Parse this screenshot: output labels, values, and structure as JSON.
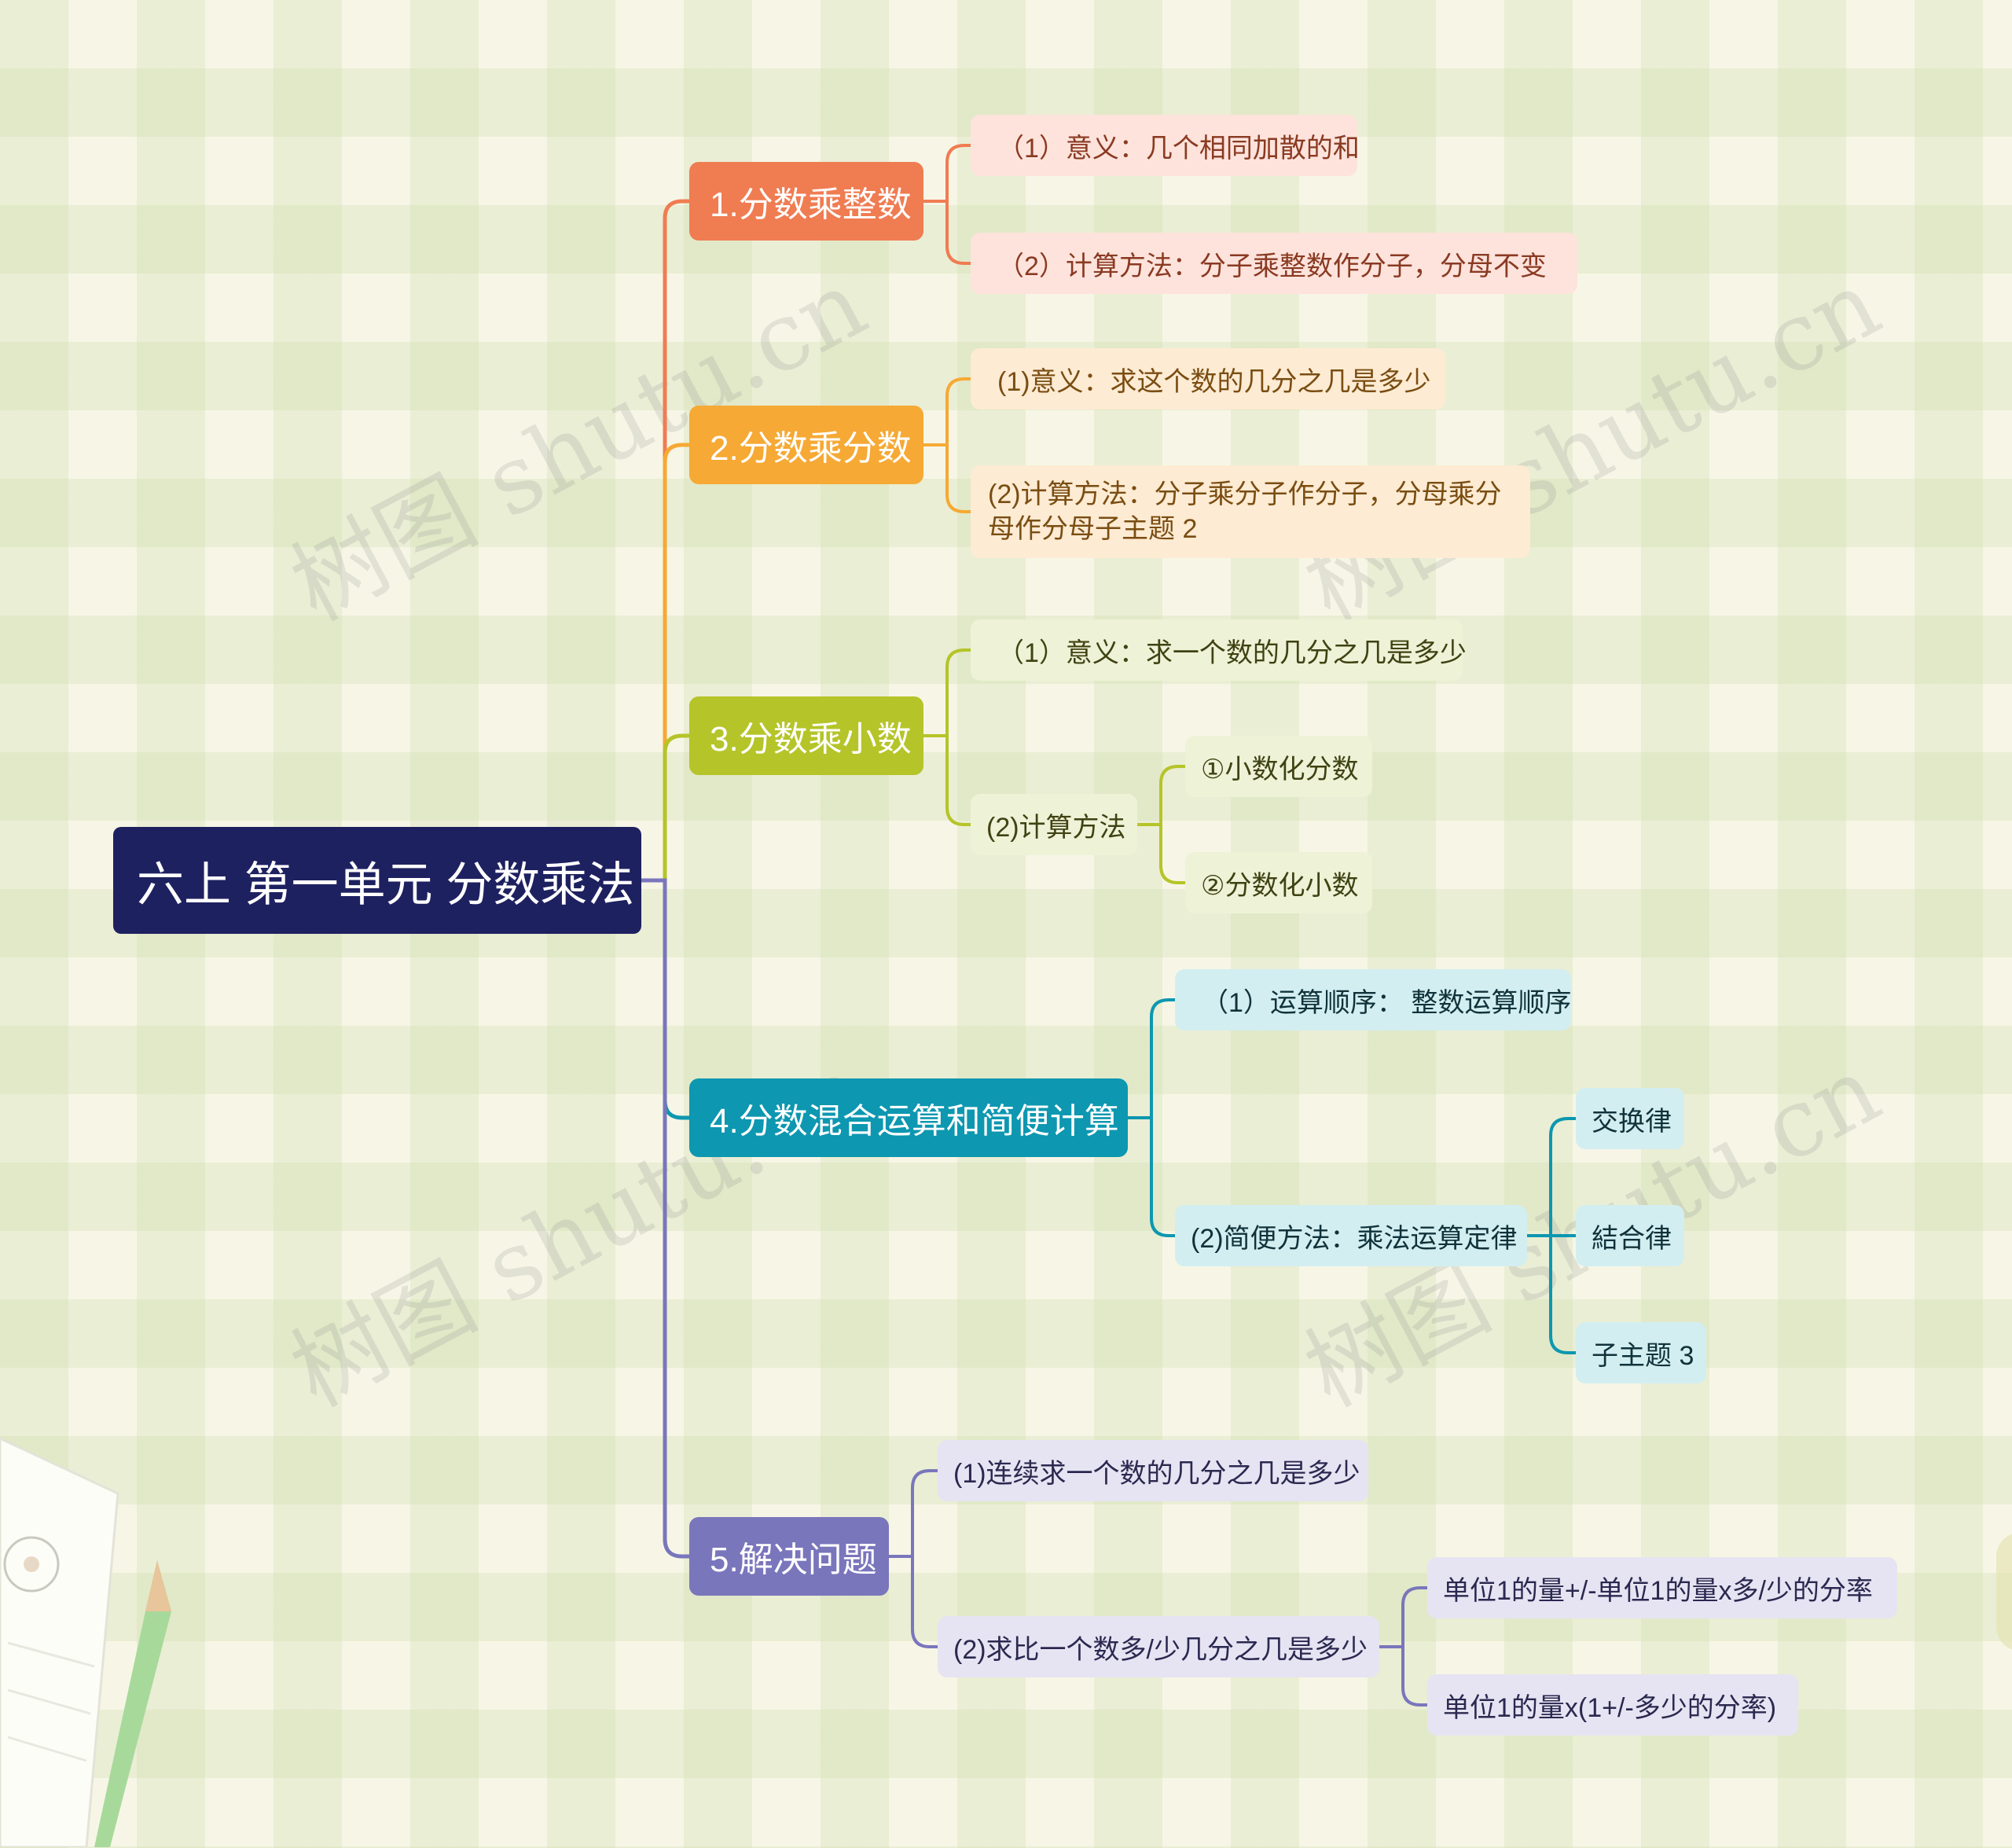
{
  "watermark": "树图 shutu.cn",
  "root": {
    "label": "六上 第一单元 分数乘法",
    "color": "#1e2160"
  },
  "branches": [
    {
      "label": "1.分数乘整数",
      "color": "#f07c52",
      "sub_bg": "#fde3dc",
      "sub_text": "#8a3a22",
      "children": [
        {
          "label": "（1）意义：几个相同加散的和"
        },
        {
          "label": "（2）计算方法：分子乘整数作分子，分母不变"
        }
      ]
    },
    {
      "label": "2.分数乘分数",
      "color": "#f6a934",
      "sub_bg": "#fdebd3",
      "sub_text": "#7a4d12",
      "children": [
        {
          "label": "(1)意义：求这个数的几分之几是多少"
        },
        {
          "label": "(2)计算方法：分子乘分子作分子，分母乘分母作分母子主题 2"
        }
      ]
    },
    {
      "label": "3.分数乘小数",
      "color": "#b5c428",
      "sub_bg": "#eef2d7",
      "sub_text": "#3f4212",
      "children": [
        {
          "label": "（1）意义：求一个数的几分之几是多少"
        },
        {
          "label": "(2)计算方法",
          "children": [
            {
              "label": "①小数化分数"
            },
            {
              "label": "②分数化小数"
            }
          ]
        }
      ]
    },
    {
      "label": "4.分数混合运算和简便计算",
      "color": "#0d97b0",
      "sub_bg": "#d3eef1",
      "sub_text": "#10323a",
      "children": [
        {
          "label": "（1）运算顺序： 整数运算顺序"
        },
        {
          "label": "(2)简便方法：乘法运算定律",
          "children": [
            {
              "label": "交换律"
            },
            {
              "label": "結合律"
            },
            {
              "label": "子主题 3"
            }
          ]
        }
      ]
    },
    {
      "label": "5.解决问题",
      "color": "#7a76bc",
      "sub_bg": "#e6e4f2",
      "sub_text": "#2b2850",
      "children": [
        {
          "label": "(1)连续求一个数的几分之几是多少"
        },
        {
          "label": "(2)求比一个数多/少几分之几是多少",
          "children": [
            {
              "label": "单位1的量+/-单位1的量x多/少的分率"
            },
            {
              "label": "单位1的量x(1+/-多少的分率)"
            }
          ]
        }
      ]
    }
  ]
}
